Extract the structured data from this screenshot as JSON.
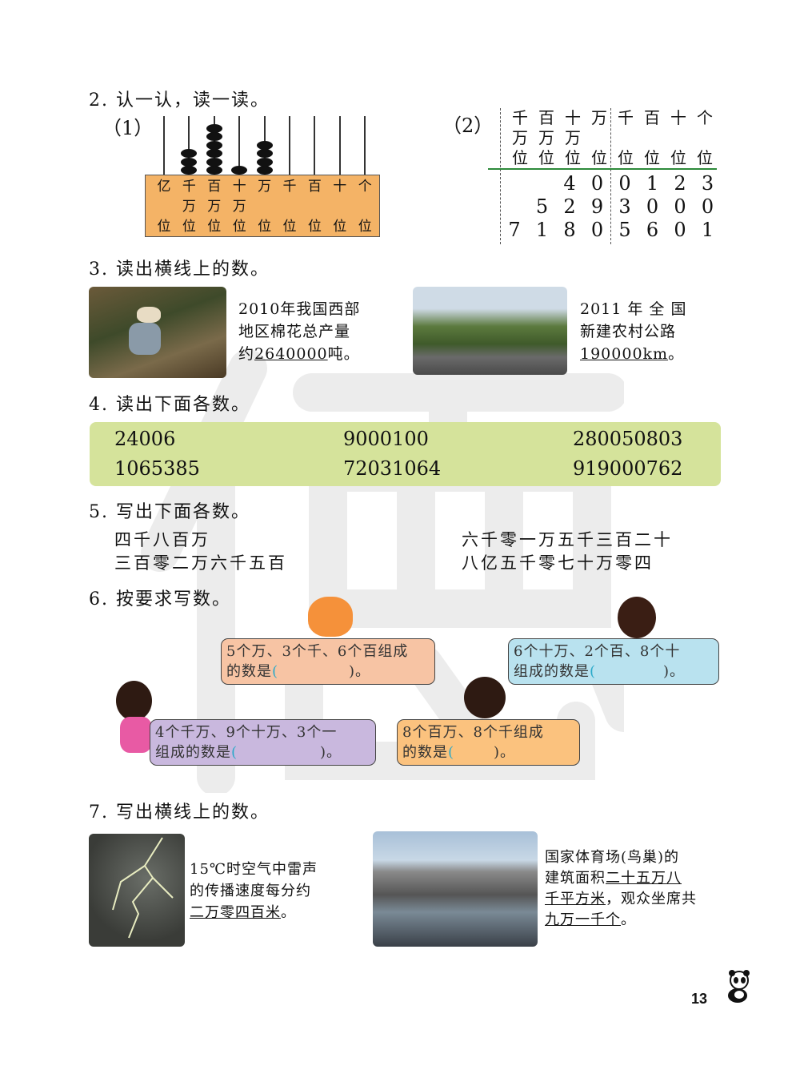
{
  "watermark": "德",
  "q2": {
    "title": "2. 认一认，读一读。",
    "p1_label": "（1）",
    "p2_label": "（2）",
    "abacus": {
      "columns": [
        [
          "亿",
          "",
          "位"
        ],
        [
          "千",
          "万",
          "位"
        ],
        [
          "百",
          "万",
          "位"
        ],
        [
          "十",
          "万",
          "位"
        ],
        [
          "万",
          "",
          "位"
        ],
        [
          "千",
          "",
          "位"
        ],
        [
          "百",
          "",
          "位"
        ],
        [
          "十",
          "",
          "位"
        ],
        [
          "个",
          "",
          "位"
        ]
      ],
      "beads": [
        0,
        3,
        6,
        1,
        4,
        0,
        0,
        0,
        0
      ]
    },
    "table": {
      "headers": [
        [
          "千",
          "万",
          "位"
        ],
        [
          "百",
          "万",
          "位"
        ],
        [
          "十",
          "万",
          "位"
        ],
        [
          "万",
          "",
          "位"
        ],
        [
          "千",
          "",
          "位"
        ],
        [
          "百",
          "",
          "位"
        ],
        [
          "十",
          "",
          "位"
        ],
        [
          "个",
          "",
          "位"
        ]
      ],
      "rows": [
        [
          "",
          "",
          "4",
          "0",
          "0",
          "1",
          "2",
          "3"
        ],
        [
          "",
          "5",
          "2",
          "9",
          "3",
          "0",
          "0",
          "0"
        ],
        [
          "7",
          "1",
          "8",
          "0",
          "5",
          "6",
          "0",
          "1"
        ]
      ]
    }
  },
  "q3": {
    "title": "3. 读出横线上的数。",
    "item1": {
      "line1": "2010年我国西部",
      "line2": "地区棉花总产量",
      "pre": "约",
      "num": "2640000",
      "post": "吨。"
    },
    "item2": {
      "line1": "2011 年 全 国",
      "line2": "新建农村公路",
      "num": "190000km",
      "post": "。"
    }
  },
  "q4": {
    "title": "4. 读出下面各数。",
    "numbers": [
      "24006",
      "9000100",
      "280050803",
      "1065385",
      "72031064",
      "919000762"
    ]
  },
  "q5": {
    "title": "5. 写出下面各数。",
    "items": [
      "四千八百万",
      "三百零二万六千五百",
      "六千零一万五千三百二十",
      "八亿五千零七十万零四"
    ]
  },
  "q6": {
    "title": "6. 按要求写数。",
    "bubbles": [
      {
        "line1": "5个万、3个千、6个百组成",
        "line2": "的数是",
        "color": "#f7c4a4"
      },
      {
        "line1": "6个十万、2个百、8个十",
        "line2": "组成的数是",
        "color": "#b9e2ef"
      },
      {
        "line1": "4个千万、9个十万、3个一",
        "line2": "组成的数是",
        "color": "#c9b8de"
      },
      {
        "line1": "8个百万、8个千组成",
        "line2": "的数是",
        "color": "#fbc27e"
      }
    ],
    "open": "(",
    "close": ")。"
  },
  "q7": {
    "title": "7. 写出横线上的数。",
    "item1": {
      "line1": "15℃时空气中雷声",
      "line2": "的传播速度每分约",
      "num": "二万零四百米",
      "post": "。"
    },
    "item2": {
      "line1": "国家体育场(鸟巢)的",
      "line2a": "建筑面积",
      "num1a": "二十五万八",
      "num1b": "千平方米",
      "line3b": "，观众坐席共",
      "num2": "九万一千个",
      "post": "。"
    }
  },
  "page_number": "13"
}
